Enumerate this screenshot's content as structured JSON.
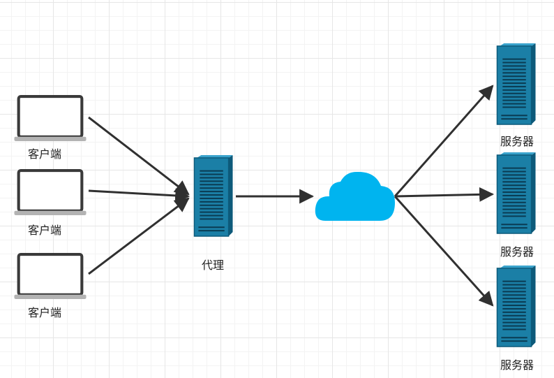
{
  "nodes": {
    "client_1": "客户端",
    "client_2": "客户端",
    "client_3": "客户端",
    "proxy": "代理",
    "server_1": "服务器",
    "server_2": "服务器",
    "server_3": "服务器"
  },
  "colors": {
    "server_dark": "#0d5a7a",
    "server_mid": "#1b7fa6",
    "server_light": "#3aa3cc",
    "cloud": "#00b4ef",
    "laptop_frame": "#3a3a3a",
    "laptop_base": "#b3b3b3",
    "arrow": "#303030"
  },
  "icons": {
    "client": "laptop-icon",
    "proxy": "server-icon",
    "internet": "cloud-icon",
    "server": "server-icon"
  }
}
